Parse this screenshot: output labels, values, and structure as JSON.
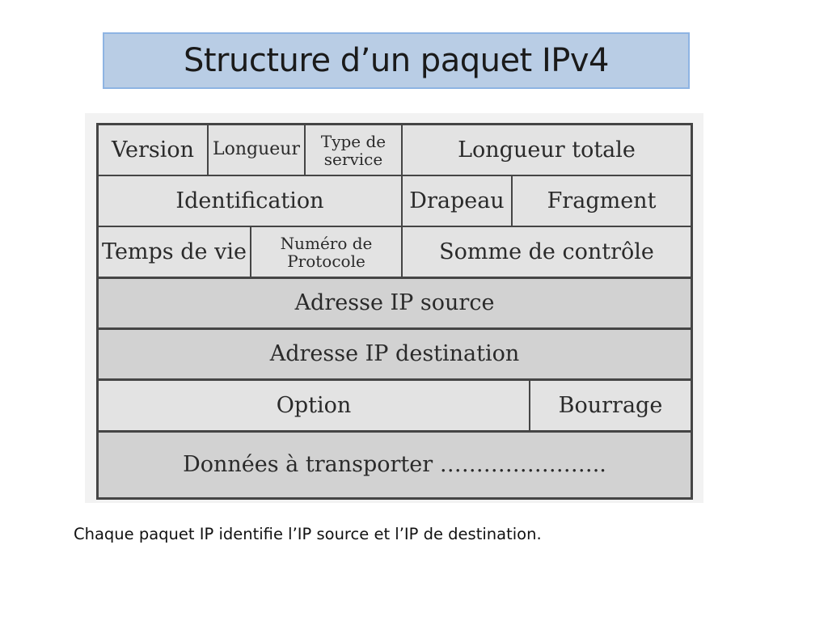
{
  "title": "Structure d’un paquet IPv4",
  "diagram": {
    "rows": [
      [
        "Version",
        "Longueur",
        "Type de service",
        "Longueur totale"
      ],
      [
        "Identification",
        "Drapeau",
        "Fragment"
      ],
      [
        "Temps de vie",
        "Numéro de Protocole",
        "Somme de contrôle"
      ],
      [
        "Adresse IP source"
      ],
      [
        "Adresse IP destination"
      ],
      [
        "Option",
        "Bourrage"
      ],
      [
        "Données à transporter ………………….."
      ]
    ]
  },
  "caption": "Chaque paquet IP identifie l’IP source et l’IP de destination."
}
